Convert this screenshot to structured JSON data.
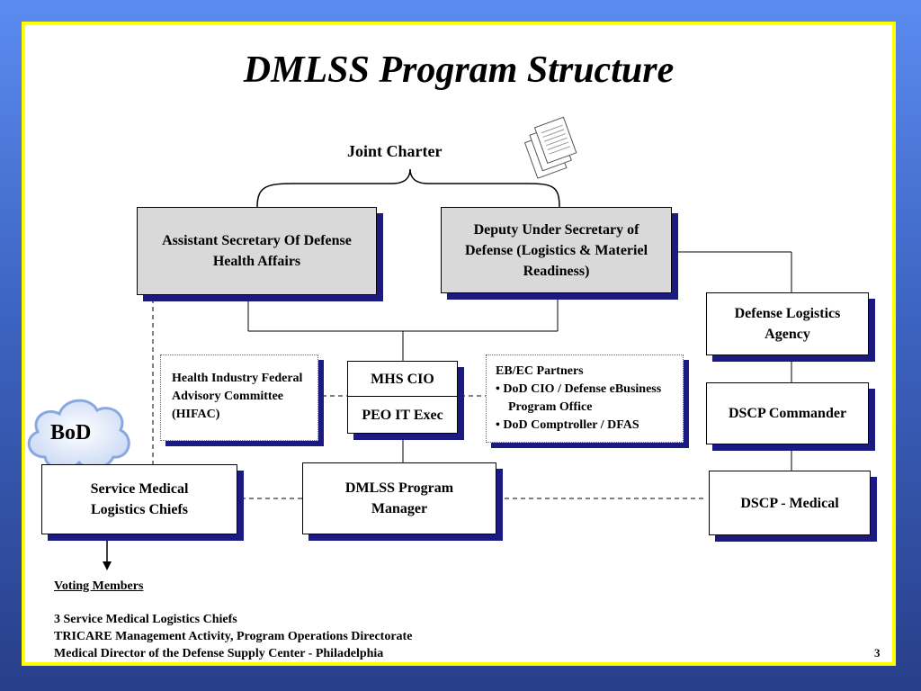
{
  "title": "DMLSS Program Structure",
  "joint_charter": "Joint Charter",
  "nodes": {
    "asd_ha": "Assistant Secretary Of Defense Health Affairs",
    "dus_logistics": "Deputy Under Secretary of Defense (Logistics & Materiel Readiness)",
    "dla": "Defense Logistics Agency",
    "mhs_cio": "MHS CIO",
    "peo_it": "PEO IT Exec",
    "hifac": "Health Industry Federal Advisory Committee (HIFAC)",
    "ebec_title": "EB/EC Partners",
    "ebec_items": [
      "DoD CIO / Defense eBusiness Program Office",
      "DoD Comptroller / DFAS"
    ],
    "dscp_commander": "DSCP Commander",
    "bod": "BoD",
    "service_medical": "Service Medical Logistics Chiefs",
    "dmlss_pm": "DMLSS Program Manager",
    "dscp_medical": "DSCP - Medical"
  },
  "notes": {
    "heading": "Voting Members",
    "lines": [
      "3 Service Medical Logistics Chiefs",
      "TRICARE Management Activity, Program Operations Directorate",
      "Medical Director of the Defense Supply Center - Philadelphia"
    ]
  },
  "page_number": "3",
  "icons": [
    "documents-icon",
    "cloud-icon"
  ]
}
